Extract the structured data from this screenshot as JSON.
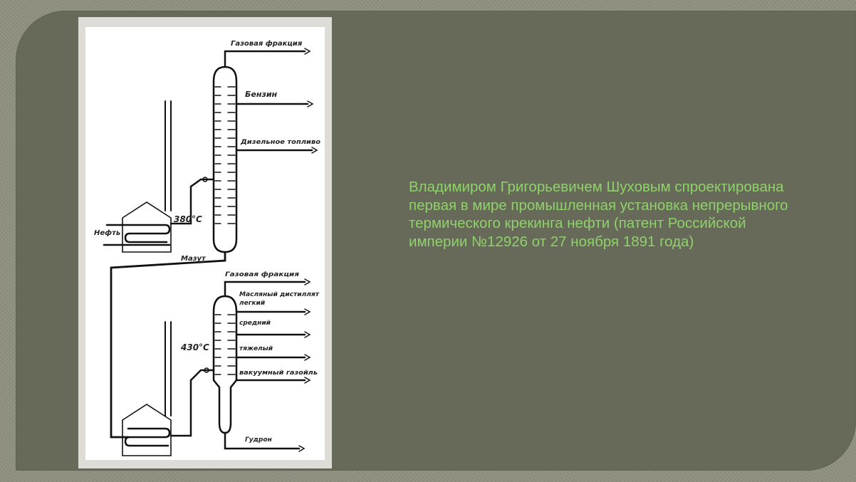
{
  "diagram": {
    "labels": {
      "gas_fraction_top": "Газовая фракция",
      "gasoline": "Бензин",
      "diesel": "Дизельное топливо",
      "oil_input": "Нефть",
      "temp_top": "380°С",
      "fuel_oil": "Мазут",
      "gas_fraction_bottom": "Газовая фракция",
      "oil_distillate": "Масляный дистиллят",
      "light": "легкий",
      "medium": "средний",
      "heavy": "тяжелый",
      "temp_bottom": "430°С",
      "vacuum_gasoil": "вакуумный газойль",
      "tar": "Гудрон"
    }
  },
  "text": {
    "description": "Владимиром Григорьевичем Шуховым спроектирована первая в мире промышленная установка непрерывного термического крекинга нефти (патент Российской империи №12926 от 27 ноября 1891 года)"
  }
}
